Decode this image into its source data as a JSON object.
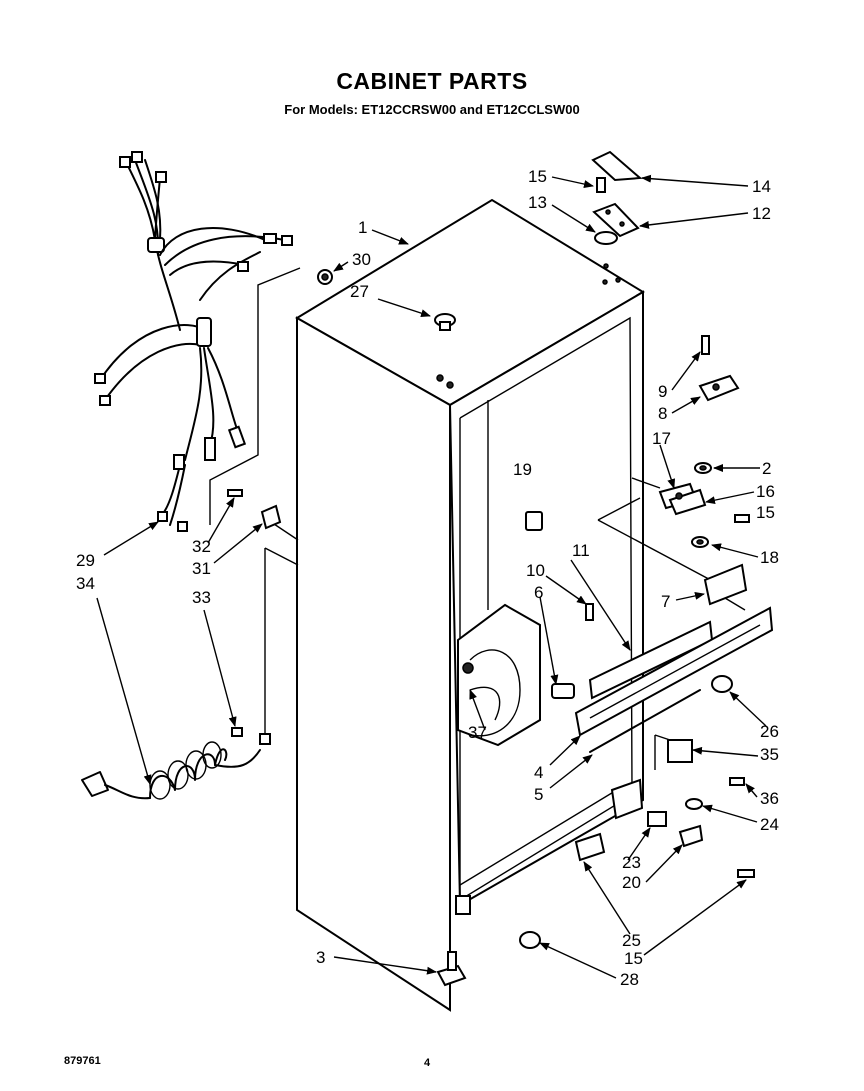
{
  "header": {
    "title": "CABINET PARTS",
    "subtitle": "For Models: ET12CCRSW00 and ET12CCLSW00"
  },
  "footer": {
    "doc_number": "879761",
    "page_number": "4"
  },
  "callouts": [
    {
      "id": "c1",
      "text": "1"
    },
    {
      "id": "c2",
      "text": "2"
    },
    {
      "id": "c3",
      "text": "3"
    },
    {
      "id": "c4",
      "text": "4"
    },
    {
      "id": "c5",
      "text": "5"
    },
    {
      "id": "c6",
      "text": "6"
    },
    {
      "id": "c7",
      "text": "7"
    },
    {
      "id": "c8",
      "text": "8"
    },
    {
      "id": "c9",
      "text": "9"
    },
    {
      "id": "c10",
      "text": "10"
    },
    {
      "id": "c11",
      "text": "11"
    },
    {
      "id": "c12",
      "text": "12"
    },
    {
      "id": "c13",
      "text": "13"
    },
    {
      "id": "c14",
      "text": "14"
    },
    {
      "id": "c15a",
      "text": "15"
    },
    {
      "id": "c15b",
      "text": "15"
    },
    {
      "id": "c15c",
      "text": "15"
    },
    {
      "id": "c16",
      "text": "16"
    },
    {
      "id": "c17",
      "text": "17"
    },
    {
      "id": "c18",
      "text": "18"
    },
    {
      "id": "c19",
      "text": "19"
    },
    {
      "id": "c20",
      "text": "20"
    },
    {
      "id": "c23",
      "text": "23"
    },
    {
      "id": "c24",
      "text": "24"
    },
    {
      "id": "c25",
      "text": "25"
    },
    {
      "id": "c26",
      "text": "26"
    },
    {
      "id": "c27",
      "text": "27"
    },
    {
      "id": "c28",
      "text": "28"
    },
    {
      "id": "c29",
      "text": "29"
    },
    {
      "id": "c30",
      "text": "30"
    },
    {
      "id": "c31",
      "text": "31"
    },
    {
      "id": "c32",
      "text": "32"
    },
    {
      "id": "c33",
      "text": "33"
    },
    {
      "id": "c34",
      "text": "34"
    },
    {
      "id": "c35",
      "text": "35"
    },
    {
      "id": "c36",
      "text": "36"
    },
    {
      "id": "c37",
      "text": "37"
    }
  ]
}
